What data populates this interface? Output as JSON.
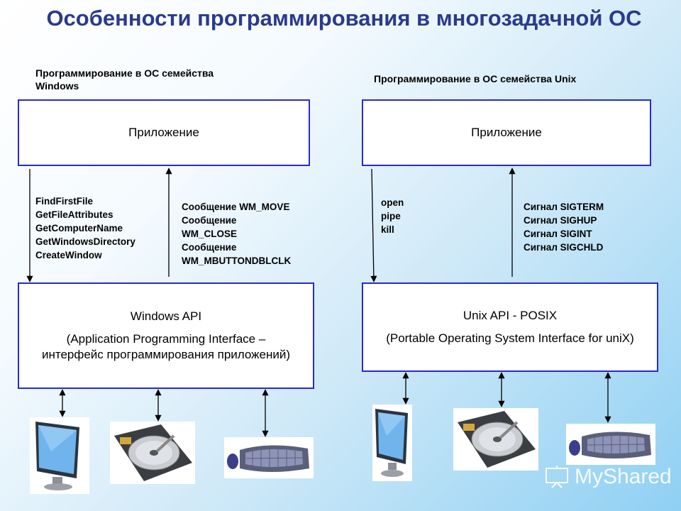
{
  "title": "Особенности программирования в многозадачной ОС",
  "windows": {
    "section_label_line1": "Программирование в ОС семейства",
    "section_label_line2": "Windows",
    "app_box": "Приложение",
    "api_line1": "Windows API",
    "api_line2": "(Application Programming Interface –",
    "api_line3": "интерфейс программирования приложений)",
    "calls": [
      "FindFirstFile",
      "GetFileAttributes",
      "GetComputerName",
      "GetWindowsDirectory",
      "CreateWindow"
    ],
    "messages": [
      "Сообщение WM_MOVE",
      "Сообщение",
      "WM_CLOSE",
      "Сообщение",
      "WM_MBUTTONDBLCLK"
    ]
  },
  "unix": {
    "section_label": "Программирование в ОС семейства Unix",
    "app_box": "Приложение",
    "api_line1": "Unix API - POSIX",
    "api_line2": "(Portable Operating System Interface for uniX)",
    "calls": [
      "open",
      "pipe",
      "kill"
    ],
    "signals": [
      "Сигнал SIGTERM",
      "Сигнал SIGHUP",
      "Сигнал SIGINT",
      "Сигнал SIGCHLD"
    ]
  },
  "devices": [
    "monitor-icon",
    "hard-drive-icon",
    "keyboard-icon"
  ],
  "watermark": "MyShared",
  "colors": {
    "title": "#2a3a8c",
    "box_border": "#2a2ac8"
  }
}
